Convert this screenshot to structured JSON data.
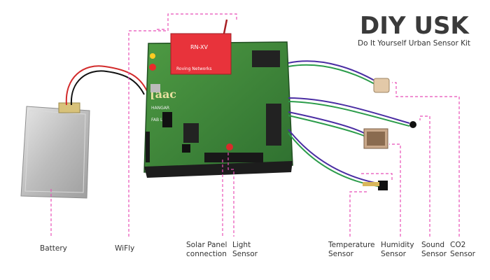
{
  "header": {
    "title": "DIY USK",
    "subtitle": "Do It Yourself Urban Sensor Kit"
  },
  "board": {
    "module_text": "RN-XV",
    "module_text2": "Roving Networks",
    "logo_text": "[aac",
    "silk1": "HANGAR",
    "silk2": "FAB LAB"
  },
  "labels": {
    "battery": "Battery",
    "wifly": "WiFly",
    "solar_1": "Solar Panel",
    "solar_2": "connection",
    "light_1": "Light",
    "light_2": "Sensor",
    "temp_1": "Temperature",
    "temp_2": "Sensor",
    "hum_1": "Humidity",
    "hum_2": "Sensor",
    "sound_1": "Sound",
    "sound_2": "Sensor",
    "co2_1": "CO2",
    "co2_2": "Sensor"
  },
  "colors": {
    "guide_line": "#e84fb6",
    "board_green": "#3f8b3a",
    "module_red": "#e8333b",
    "battery_silver": "#c9c9c9",
    "title_gray": "#3a3a3a"
  }
}
